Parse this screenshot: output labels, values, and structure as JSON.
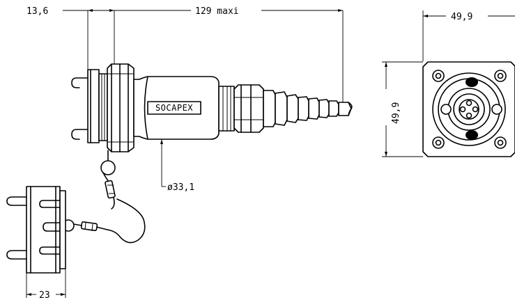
{
  "drawing": {
    "dimensions": {
      "flange_width": "13,6",
      "length_max": "129 maxi",
      "square_width": "49,9",
      "square_height": "49,9",
      "body_diameter": "ø33,1",
      "cap_width": "23"
    },
    "labels": {
      "brand": "SOCAPEX"
    }
  }
}
